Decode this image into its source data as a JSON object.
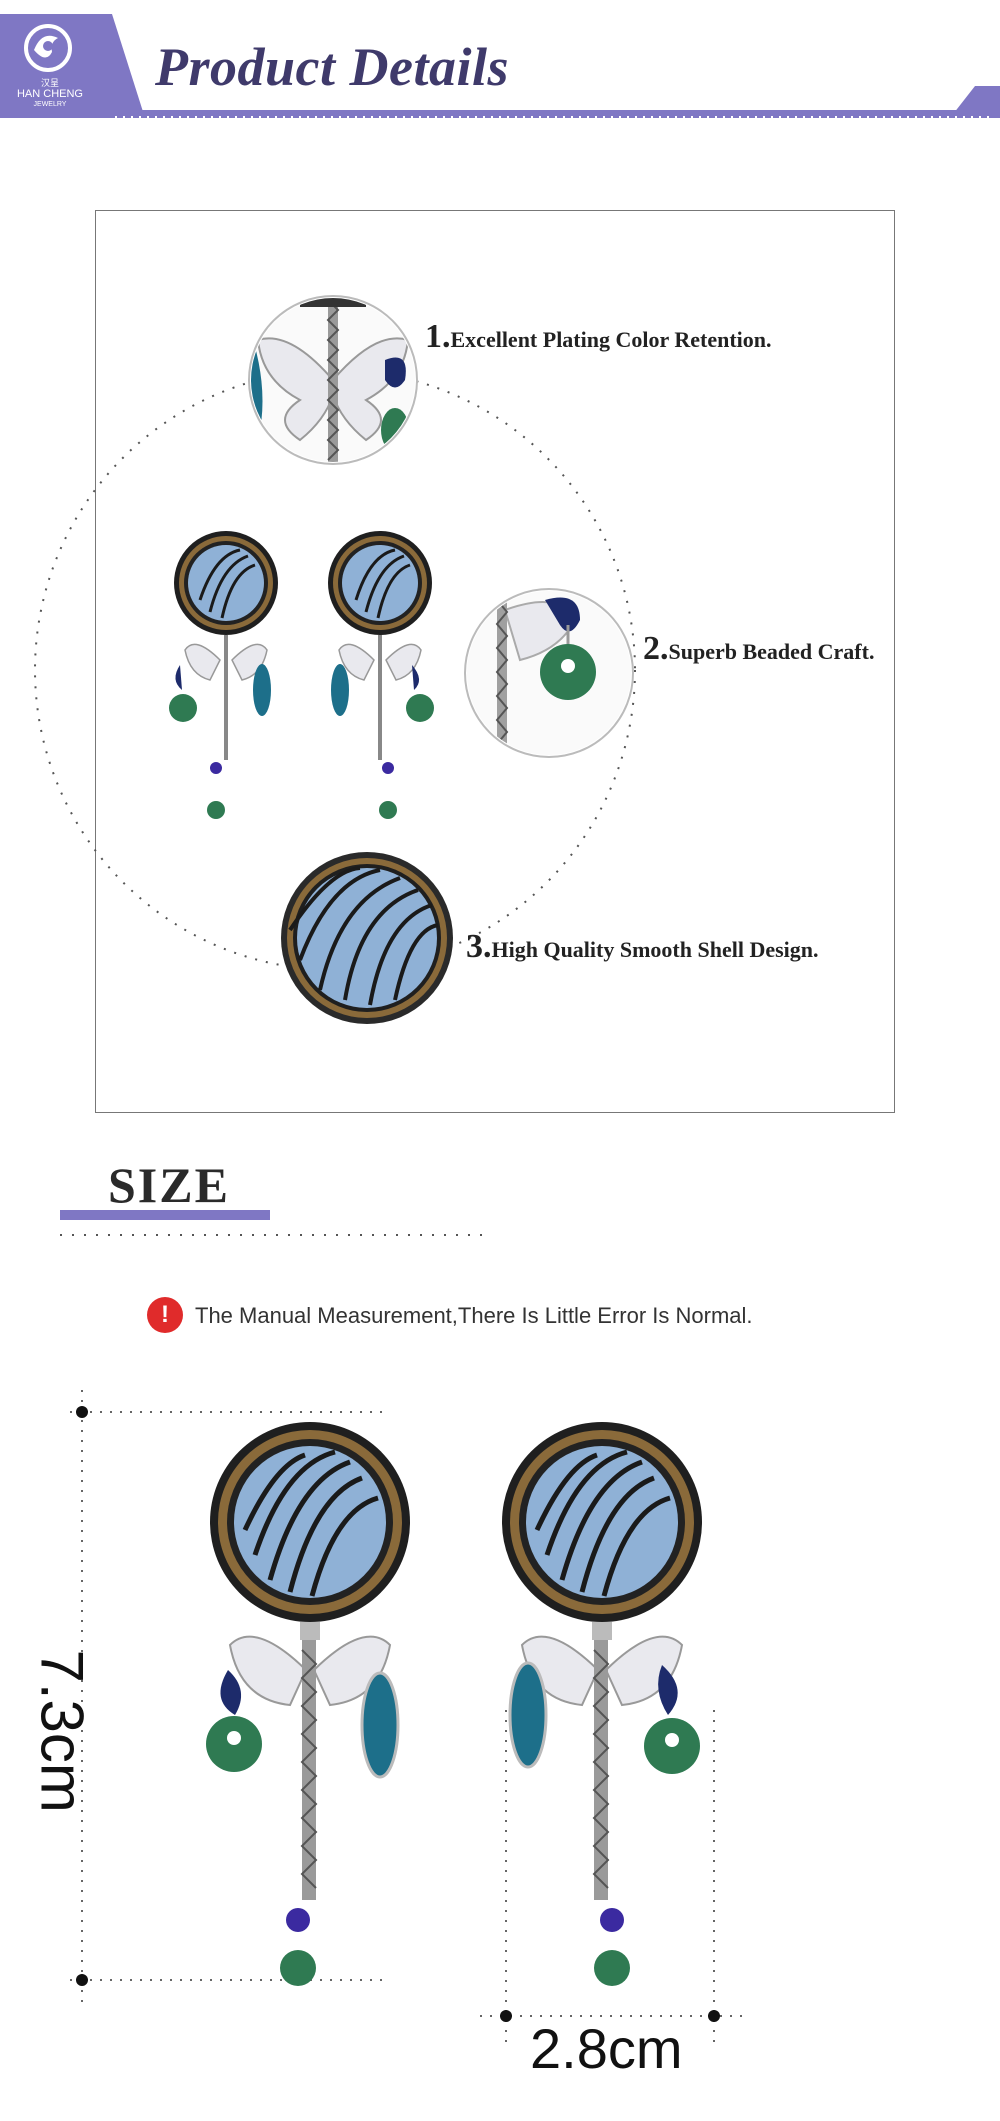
{
  "header": {
    "logo_top": "汉呈",
    "logo_brand": "HAN CHENG",
    "logo_sub": "JEWELRY",
    "title": "Product Details"
  },
  "features": [
    {
      "num": "1.",
      "text": "Excellent Plating Color Retention."
    },
    {
      "num": "2.",
      "text": "Superb Beaded Craft."
    },
    {
      "num": "3.",
      "text": "High Quality Smooth Shell Design."
    }
  ],
  "size": {
    "title": "SIZE",
    "notice": "The Manual Measurement,There Is Little Error Is Normal.",
    "height": "7.3cm",
    "width": "2.8cm"
  },
  "colors": {
    "accent": "#7f77c4",
    "title": "#3f3a6b",
    "shell_blue": "#8fb1d6",
    "jade_green": "#2f7a52",
    "teal": "#1d6f8a",
    "navy": "#1d2b6b",
    "bead_purple": "#3b2aa0",
    "warning_red": "#e02b2b"
  }
}
